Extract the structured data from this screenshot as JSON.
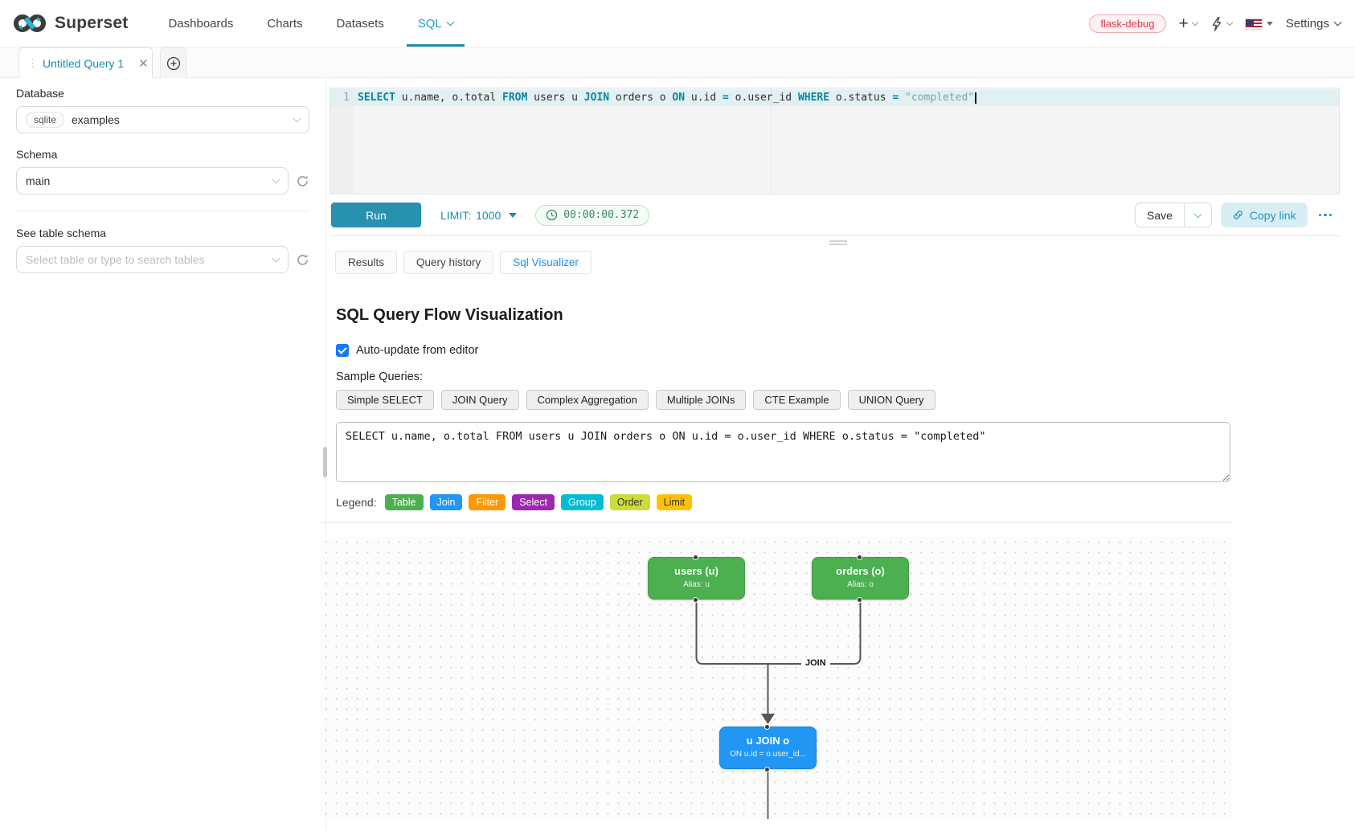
{
  "header": {
    "brand": "Superset",
    "nav": {
      "dashboards": "Dashboards",
      "charts": "Charts",
      "datasets": "Datasets",
      "sql": "SQL"
    },
    "env_badge": "flask-debug",
    "settings": "Settings"
  },
  "query_tab": {
    "title": "Untitled Query 1"
  },
  "sidebar": {
    "database_label": "Database",
    "database_engine": "sqlite",
    "database_name": "examples",
    "schema_label": "Schema",
    "schema_value": "main",
    "table_schema_label": "See table schema",
    "table_placeholder": "Select table or type to search tables"
  },
  "editor": {
    "line_number": "1",
    "tokens": [
      {
        "type": "kw",
        "text": "SELECT"
      },
      {
        "type": "pl",
        "text": " u.name, o.total "
      },
      {
        "type": "kw",
        "text": "FROM"
      },
      {
        "type": "pl",
        "text": " users u "
      },
      {
        "type": "kw",
        "text": "JOIN"
      },
      {
        "type": "pl",
        "text": " orders o "
      },
      {
        "type": "kw",
        "text": "ON"
      },
      {
        "type": "pl",
        "text": " u.id "
      },
      {
        "type": "op",
        "text": "="
      },
      {
        "type": "pl",
        "text": " o.user_id "
      },
      {
        "type": "kw",
        "text": "WHERE"
      },
      {
        "type": "pl",
        "text": " o.status "
      },
      {
        "type": "op",
        "text": "="
      },
      {
        "type": "pl",
        "text": " "
      },
      {
        "type": "str",
        "text": "\"completed\""
      }
    ]
  },
  "toolbar": {
    "run": "Run",
    "limit_label": "LIMIT:",
    "limit_value": "1000",
    "timer": "00:00:00.372",
    "save": "Save",
    "copy_link": "Copy link"
  },
  "result_tabs": {
    "results": "Results",
    "query_history": "Query history",
    "sql_visualizer": "Sql Visualizer"
  },
  "visualizer": {
    "title": "SQL Query Flow Visualization",
    "auto_update_label": "Auto-update from editor",
    "sample_queries_label": "Sample Queries:",
    "sample_queries": [
      "Simple SELECT",
      "JOIN Query",
      "Complex Aggregation",
      "Multiple JOINs",
      "CTE Example",
      "UNION Query"
    ],
    "query_text": "SELECT u.name, o.total FROM users u JOIN orders o ON u.id = o.user_id WHERE o.status = \"completed\"",
    "legend_label": "Legend:",
    "legend": [
      {
        "label": "Table",
        "color": "#4caf50",
        "text_color": "#ffffff"
      },
      {
        "label": "Join",
        "color": "#2196f3",
        "text_color": "#ffffff"
      },
      {
        "label": "Filter",
        "color": "#ff9800",
        "text_color": "#ffffff"
      },
      {
        "label": "Select",
        "color": "#9c27b0",
        "text_color": "#ffffff"
      },
      {
        "label": "Group",
        "color": "#00bcd4",
        "text_color": "#ffffff"
      },
      {
        "label": "Order",
        "color": "#cddc39",
        "text_color": "#333333"
      },
      {
        "label": "Limit",
        "color": "#ffc107",
        "text_color": "#333333"
      }
    ],
    "flow": {
      "node_colors": {
        "table": "#4caf50",
        "join": "#2196f3"
      },
      "nodes": [
        {
          "title": "users (u)",
          "subtitle": "Alias: u",
          "type": "table"
        },
        {
          "title": "orders (o)",
          "subtitle": "Alias: o",
          "type": "table"
        },
        {
          "title": "u JOIN o",
          "subtitle": "ON u.id = o.user_id...",
          "type": "join"
        }
      ],
      "edge_label": "JOIN"
    }
  },
  "colors": {
    "primary_teal": "#1e8cae",
    "run_button": "#2791ae",
    "active_tab_blue": "#1890ff",
    "timer_green": "#3a8a5c",
    "badge_red": "#d63b4e"
  }
}
